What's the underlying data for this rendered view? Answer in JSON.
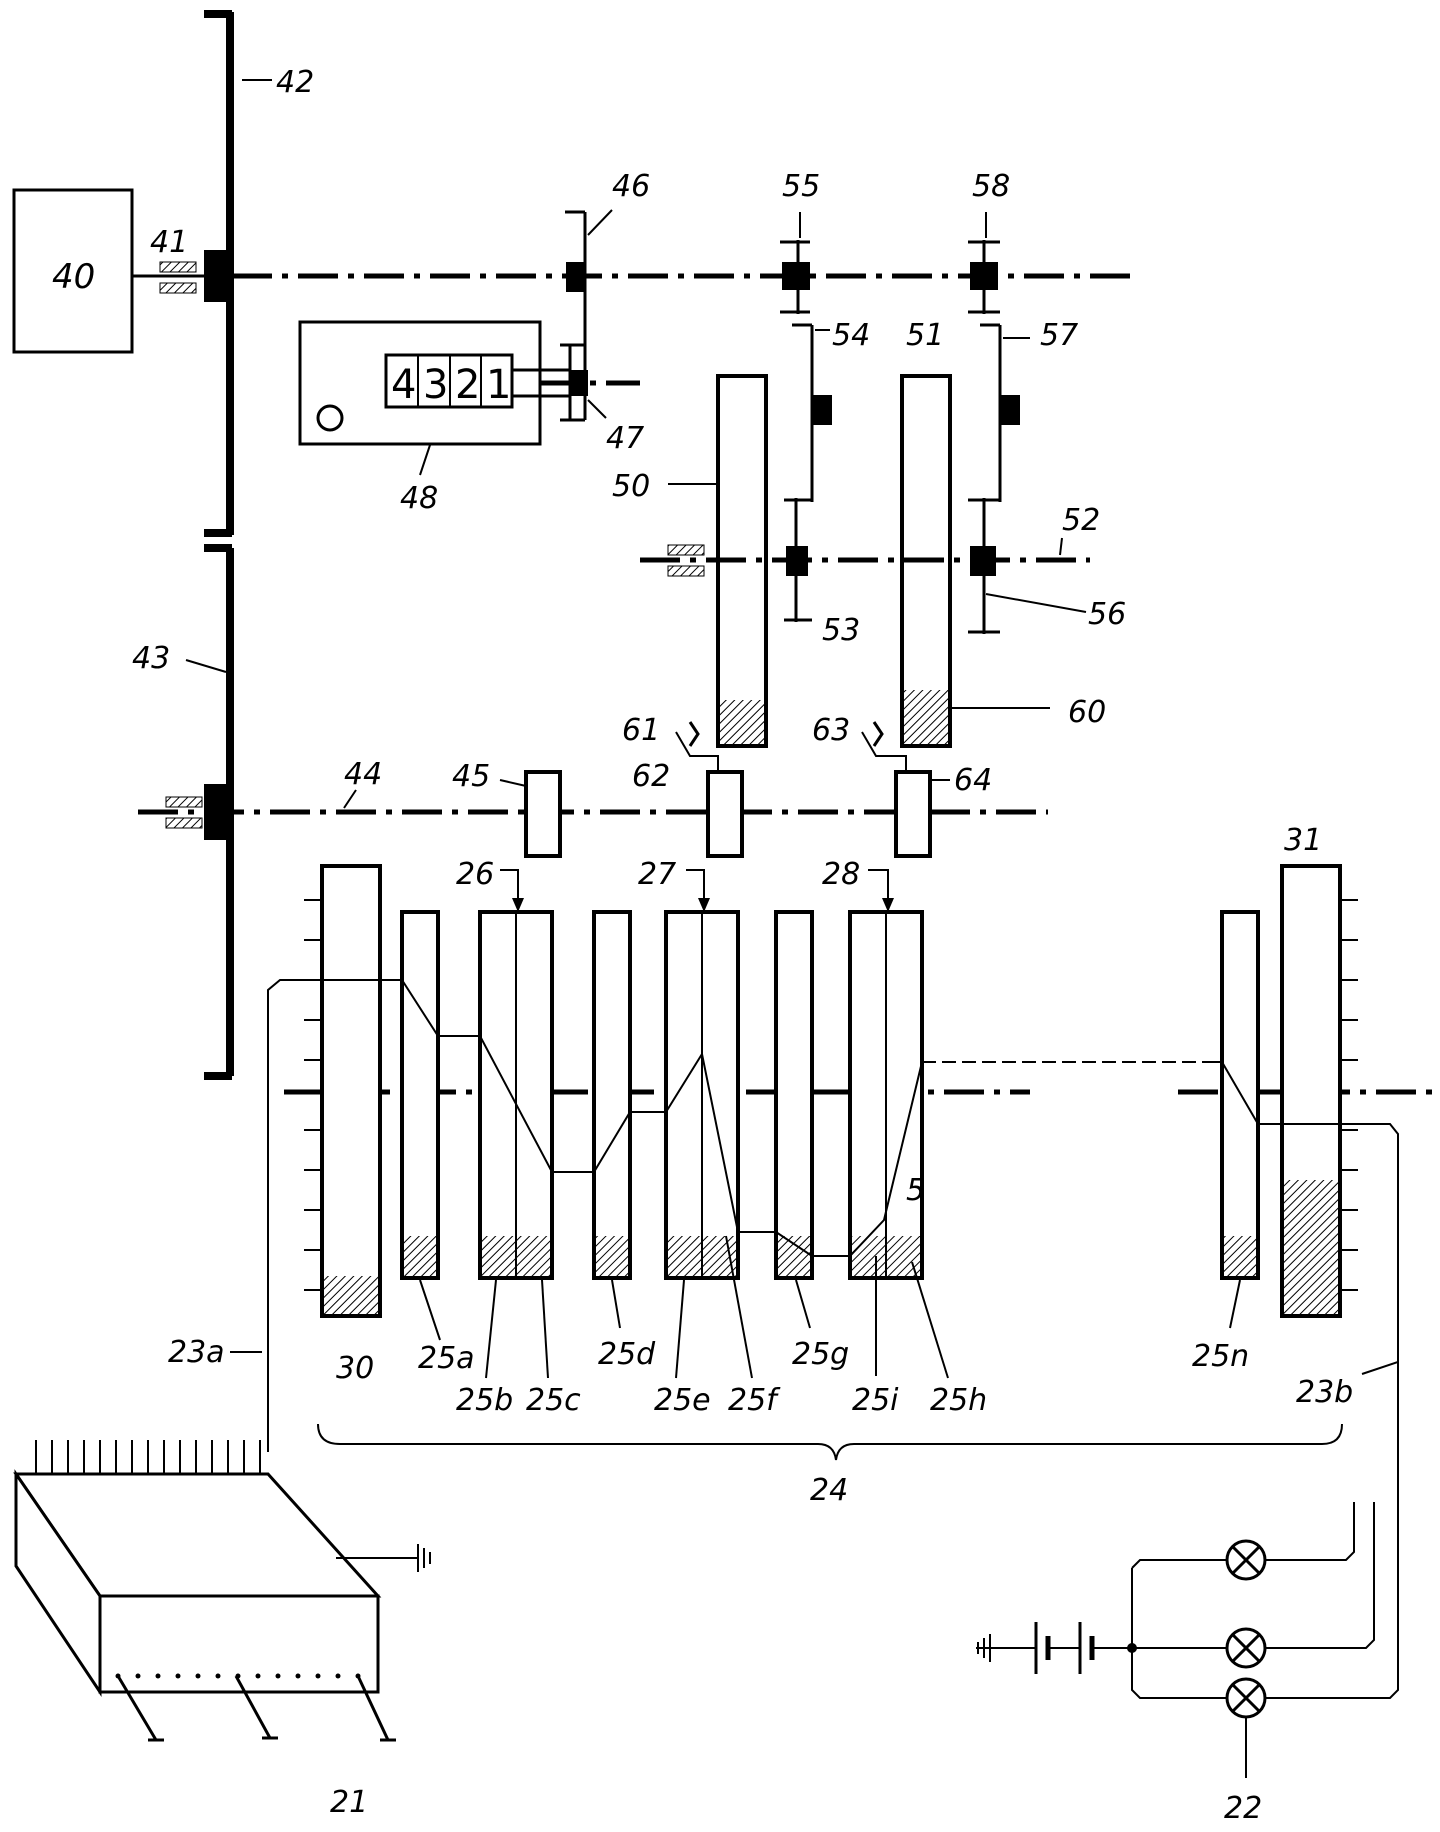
{
  "counter_digits": [
    "4",
    "3",
    "2",
    "1"
  ],
  "labels": {
    "l40": "40",
    "l41": "41",
    "l42": "42",
    "l43": "43",
    "l44": "44",
    "l45": "45",
    "l46": "46",
    "l47": "47",
    "l48": "48",
    "l50": "50",
    "l51": "51",
    "l52": "52",
    "l53": "53",
    "l54": "54",
    "l55": "55",
    "l56": "56",
    "l57": "57",
    "l58": "58",
    "l60": "60",
    "l61": "61",
    "l62": "62",
    "l63": "63",
    "l64": "64",
    "l26": "26",
    "l27": "27",
    "l28": "28",
    "l30": "30",
    "l31": "31",
    "l25a": "25a",
    "l25b": "25b",
    "l25c": "25c",
    "l25d": "25d",
    "l25e": "25e",
    "l25f": "25f",
    "l25g": "25g",
    "l25i": "25i",
    "l25h": "25h",
    "l25n": "25n",
    "l23a": "23a",
    "l23b": "23b",
    "l24": "24",
    "l21": "21",
    "l22": "22",
    "l5": "5"
  }
}
